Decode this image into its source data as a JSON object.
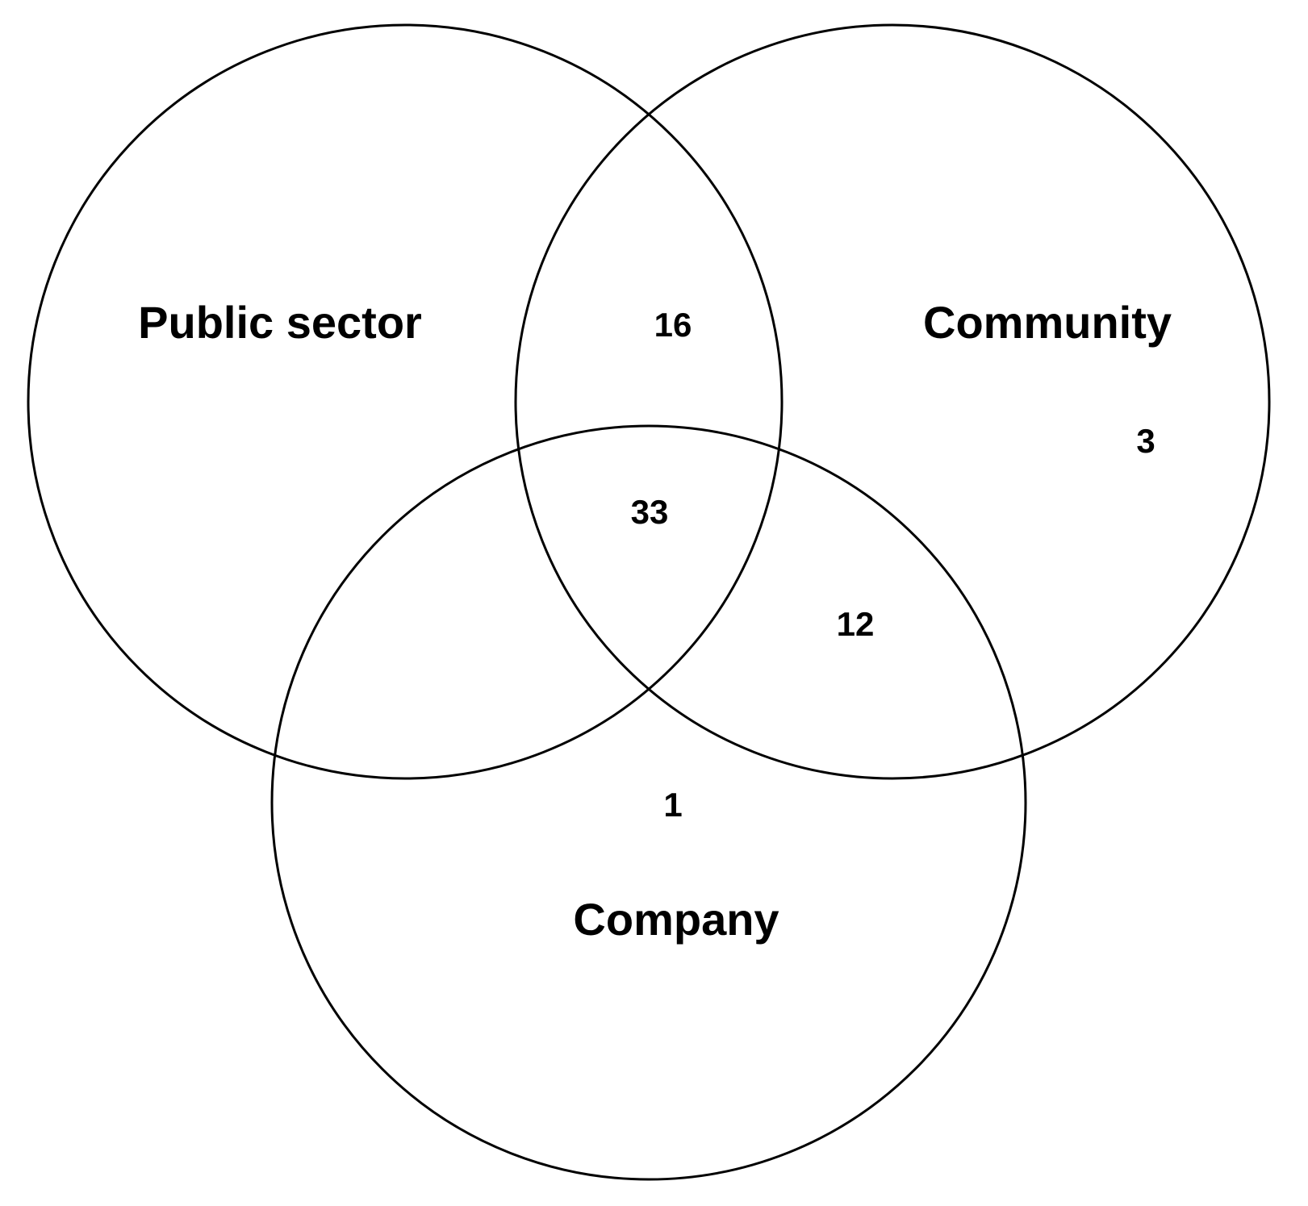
{
  "sets": {
    "public_sector": "Public sector",
    "community": "Community",
    "company": "Company"
  },
  "counts": {
    "public_community": "16",
    "community_only": "3",
    "all_three": "33",
    "community_company": "12",
    "company_only": "1"
  },
  "colors": {
    "stroke": "#000000",
    "background": "#ffffff"
  }
}
